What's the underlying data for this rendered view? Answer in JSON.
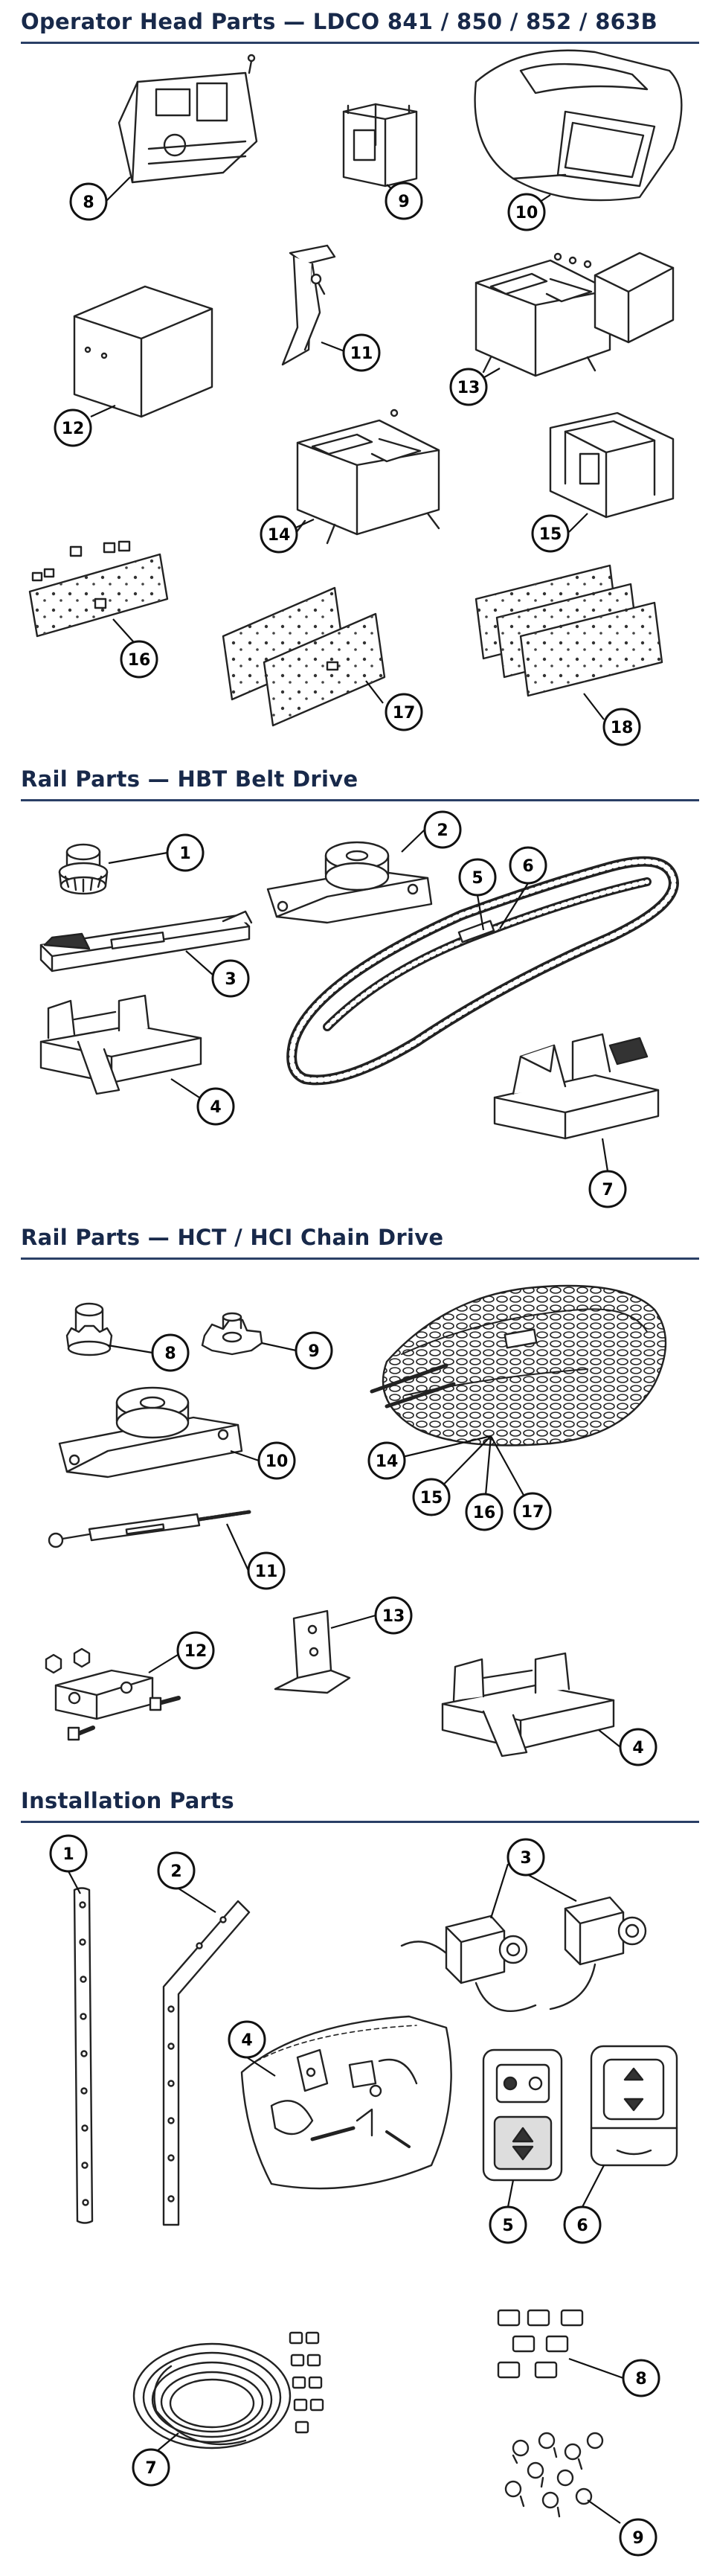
{
  "sections": [
    {
      "title": "Operator Head Parts — LDCO 841 / 850 / 852 / 863B",
      "parts": [
        {
          "label": "8",
          "depicts": "logic-board-housing"
        },
        {
          "label": "9",
          "depicts": "transformer"
        },
        {
          "label": "10",
          "depicts": "operator-cover"
        },
        {
          "label": "11",
          "depicts": "bracket-with-screw"
        },
        {
          "label": "12",
          "depicts": "capacitor"
        },
        {
          "label": "13",
          "depicts": "control-box-with-capacitor"
        },
        {
          "label": "14",
          "depicts": "control-box"
        },
        {
          "label": "15",
          "depicts": "mounting-frame"
        },
        {
          "label": "16",
          "depicts": "circuit-board-with-connectors"
        },
        {
          "label": "17",
          "depicts": "circuit-board-pair"
        },
        {
          "label": "18",
          "depicts": "circuit-board-trio"
        }
      ]
    },
    {
      "title": "Rail Parts — HBT Belt Drive",
      "parts": [
        {
          "label": "1",
          "depicts": "drive-sprocket"
        },
        {
          "label": "2",
          "depicts": "idler-pulley-bracket"
        },
        {
          "label": "3",
          "depicts": "trolley-shuttle"
        },
        {
          "label": "4",
          "depicts": "trolley-carriage"
        },
        {
          "label": "5",
          "depicts": "belt"
        },
        {
          "label": "6",
          "depicts": "belt-with-chain"
        },
        {
          "label": "7",
          "depicts": "belt-trolley"
        }
      ]
    },
    {
      "title": "Rail Parts — HCT / HCI Chain Drive",
      "parts": [
        {
          "label": "8",
          "depicts": "drive-sprocket"
        },
        {
          "label": "9",
          "depicts": "chain-sprocket"
        },
        {
          "label": "10",
          "depicts": "idler-pulley-bracket"
        },
        {
          "label": "11",
          "depicts": "threaded-rod"
        },
        {
          "label": "12",
          "depicts": "chain-link-clamp"
        },
        {
          "label": "13",
          "depicts": "mounting-bracket"
        },
        {
          "label": "4",
          "depicts": "trolley-carriage"
        },
        {
          "label": "14",
          "depicts": "chain"
        },
        {
          "label": "15",
          "depicts": "chain"
        },
        {
          "label": "16",
          "depicts": "chain"
        },
        {
          "label": "17",
          "depicts": "chain"
        }
      ]
    },
    {
      "title": "Installation Parts",
      "parts": [
        {
          "label": "1",
          "depicts": "straight-strap"
        },
        {
          "label": "2",
          "depicts": "bent-strap"
        },
        {
          "label": "3",
          "depicts": "safety-sensors"
        },
        {
          "label": "4",
          "depicts": "hardware-bag"
        },
        {
          "label": "5",
          "depicts": "wall-control"
        },
        {
          "label": "6",
          "depicts": "wireless-keypad"
        },
        {
          "label": "7",
          "depicts": "wire-coil"
        },
        {
          "label": "8",
          "depicts": "staples"
        },
        {
          "label": "9",
          "depicts": "insulated-staples"
        }
      ]
    }
  ]
}
